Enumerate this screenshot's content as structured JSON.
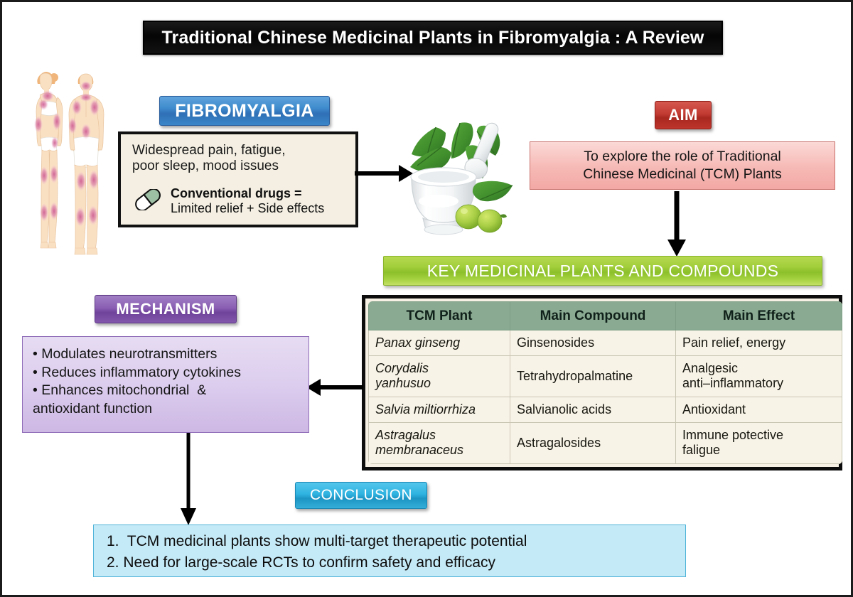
{
  "title": "Traditional Chinese Medicinal Plants in Fibromyalgia : A Review",
  "fibromyalgia": {
    "badge": "FIBROMYALGIA",
    "symptoms_line1": "Widespread pain, fatigue,",
    "symptoms_line2": "poor sleep, mood issues",
    "drugs_bold": "Conventional drugs =",
    "drugs_rest": "Limited relief + Side effects",
    "capsule_icon": "capsule-icon"
  },
  "aim": {
    "badge": "AIM",
    "line1": "To explore the role of Traditional",
    "line2": "Chinese Medicinal (TCM) Plants"
  },
  "key_banner": "KEY MEDICINAL PLANTS AND COMPOUNDS",
  "mechanism": {
    "badge": "MECHANISM",
    "items": [
      "• Modulates neurotransmitters",
      "• Reduces inflammatory cytokines",
      "• Enhances mitochondrial  &",
      "antioxidant function"
    ]
  },
  "table": {
    "headers": [
      "TCM Plant",
      "Main Compound",
      "Main Effect"
    ],
    "rows": [
      {
        "plant": "Panax ginseng",
        "compound": "Ginsenosides",
        "effect": "Pain relief, energy"
      },
      {
        "plant": "Corydalis\nyanhusuo",
        "compound": "Tetrahydropalmatine",
        "effect": "Analgesic\nanti–inflammatory"
      },
      {
        "plant": "Salvia miltiorrhiza",
        "compound": "Salvianolic acids",
        "effect": "Antioxidant"
      },
      {
        "plant": "Astragalus\nmembranaceus",
        "compound": "Astragalosides",
        "effect": "Immune potective\nfaligue"
      }
    ]
  },
  "conclusion": {
    "badge": "CONCLUSION",
    "items": [
      "1.  TCM medicinal plants show multi-target therapeutic potential",
      "2. Need for large-scale RCTs to confirm safety and efficacy"
    ]
  },
  "illustrations": {
    "people": "fibromyalgia-tender-points-figures",
    "mortar": "mortar-and-pestle-herbs-icon"
  },
  "colors": {
    "title_bg": "#0a0a0a",
    "fibromyalgia_blue": "#3f8ccd",
    "aim_red": "#c23b33",
    "aim_box_pink": "#f6b9b5",
    "key_green": "#a3cf3c",
    "mechanism_purple": "#8a5fb4",
    "mechanism_box_purple": "#dccdee",
    "conclusion_cyan": "#2fb3e0",
    "conclusion_box_blue": "#c5eaf7",
    "table_header_green": "#8aab92",
    "table_body_cream": "#f8f3e7",
    "tender_point_pink": "#d4699a"
  }
}
